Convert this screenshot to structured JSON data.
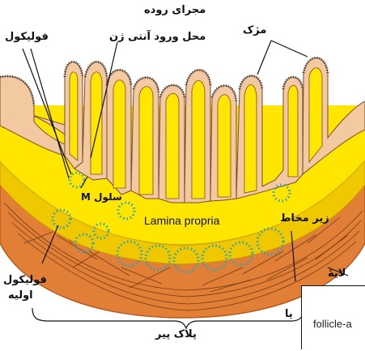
{
  "labels": {
    "lumen": "مجرای روده",
    "cilia": "مژک",
    "antigen_entry": "محل ورود آنتی ژن",
    "follicle_top": "فولیکول",
    "m_cell": "سلول M",
    "lamina_propria": "Lamina propria",
    "submucosa": "زیر مخاط",
    "layer": "لایهٔ",
    "primary_follicle_1": "فولیکول",
    "primary_follicle_2": "اوليه",
    "peyers_patch": "پلاک پیر",
    "ya": "یا",
    "inset_text": "follicle-a"
  },
  "colors": {
    "epithelium": "#f2c9a0",
    "epithelium_stroke": "#7a4a2a",
    "lamina": "#ffe600",
    "lamina_dark": "#f0c800",
    "muscle": "#e07f35",
    "muscle_dark": "#b85a1e",
    "follicle_dot": "#2aa6b8",
    "line": "#111111"
  }
}
